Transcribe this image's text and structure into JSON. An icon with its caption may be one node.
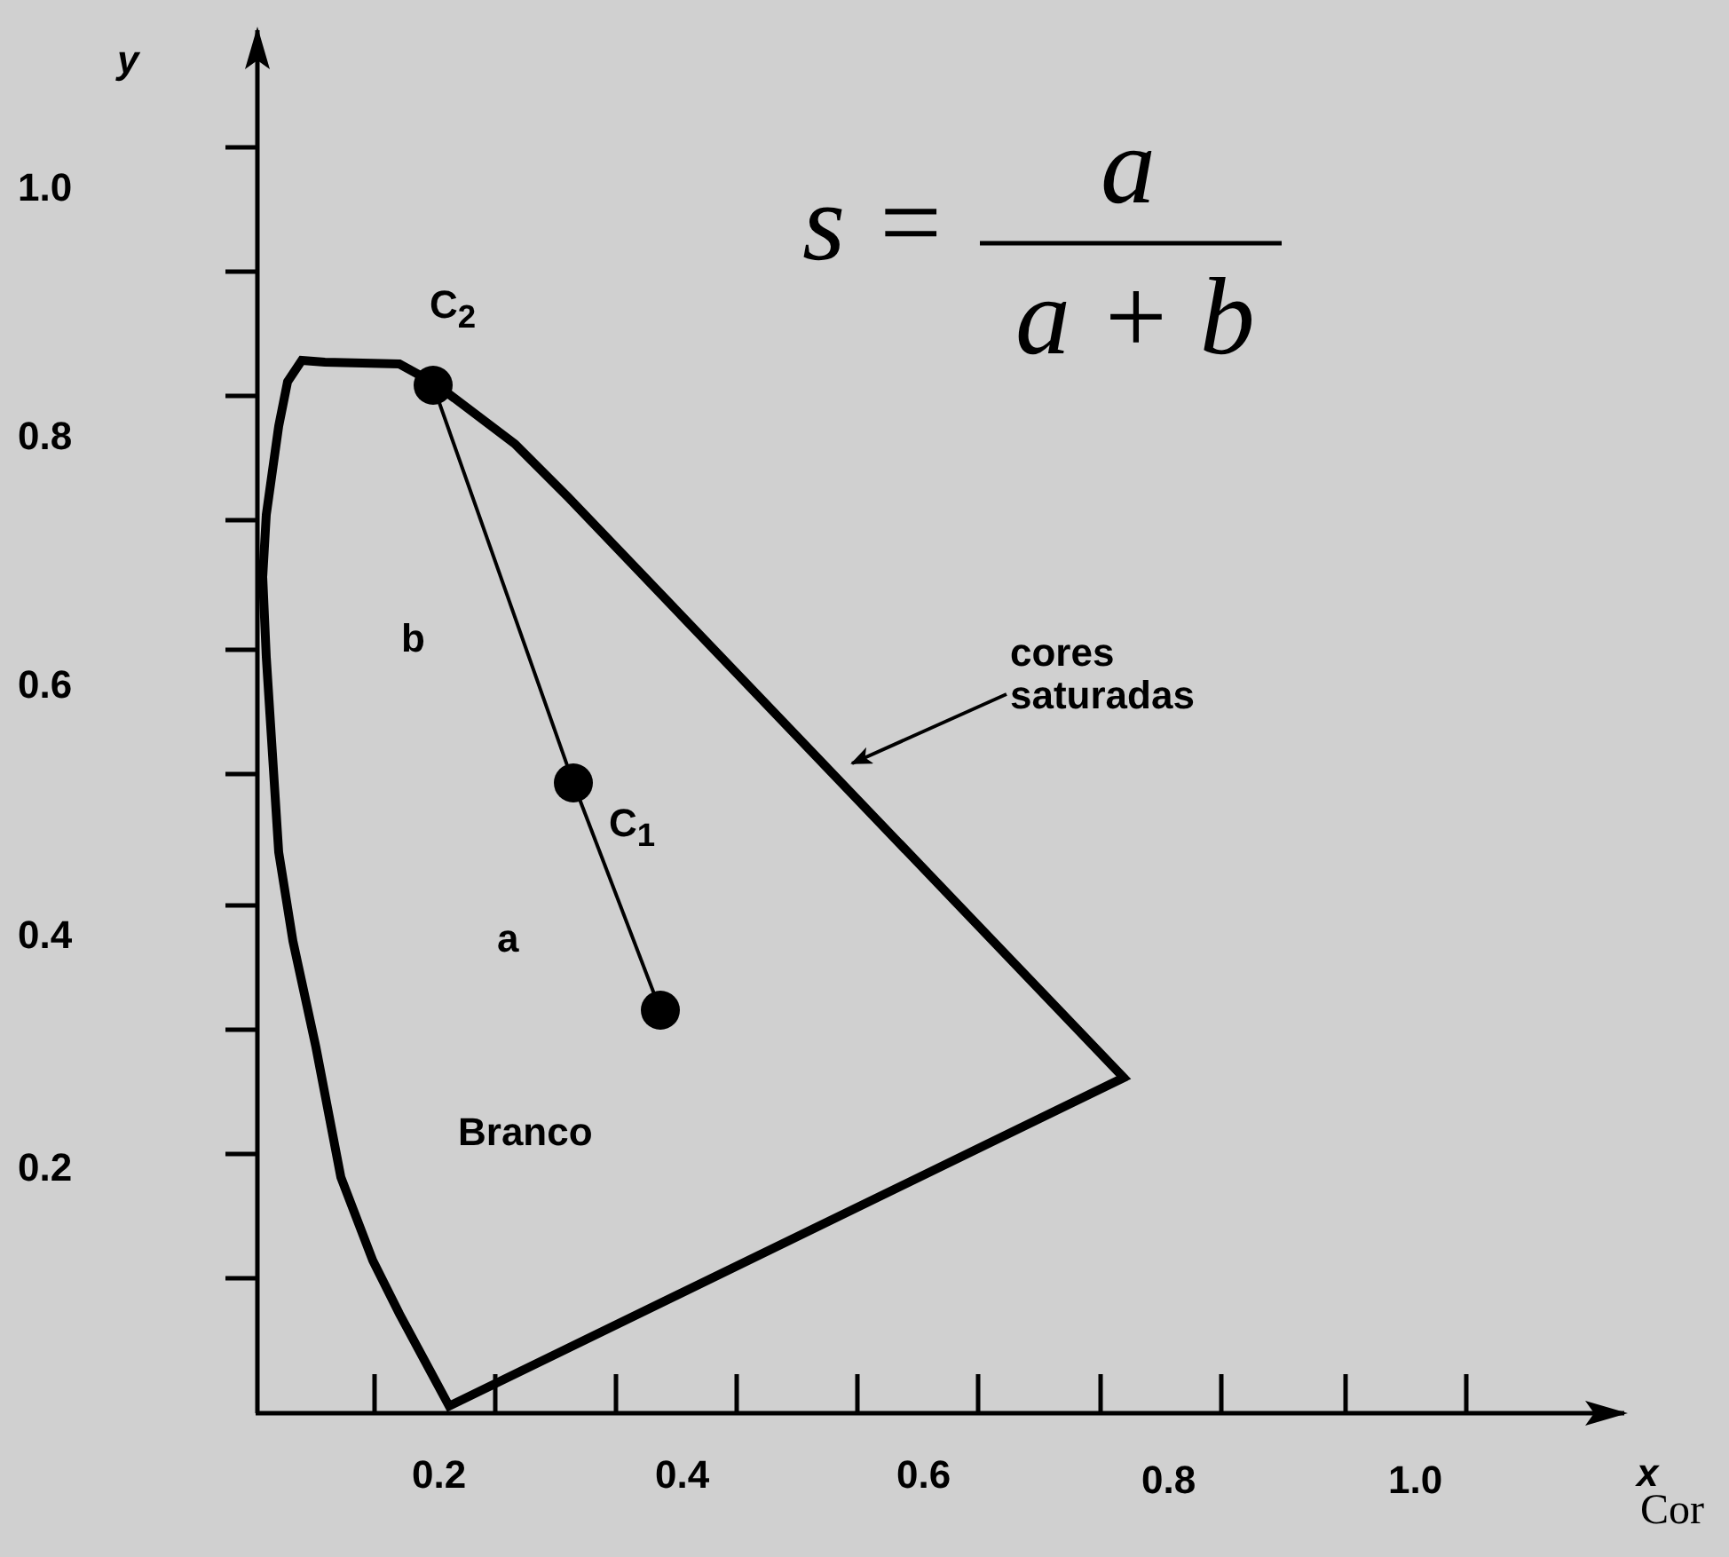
{
  "diagram": {
    "nodes": [
      {
        "text": [
          "cores saturadas"
        ]
      },
      {
        "text": [],
        "shape": "curve"
      },
      {
        "text": [],
        "shape": "circle",
        "beside": [
          "C$_{2}$"
        ],
        "in": 1
      },
      {
        "text": [],
        "shape": "circle",
        "beside": [
          "C$_{1}$"
        ],
        "in": 1
      },
      {
        "text": [],
        "shape": "circle",
        "in": 1
      }
    ],
    "edges": [
      {
        "from": 0,
        "to": 1,
        "arrow": "to"
      },
      {
        "from": 2,
        "to": 3,
        "arrow": "none"
      },
      {
        "from": 3,
        "to": 4,
        "arrow": "none"
      }
    ],
    "labels": [
      "y",
      "1.0",
      "s =",
      "a",
      "a + b",
      "0.8",
      "0.6",
      "b",
      "0.4",
      "a",
      "Branco",
      "0.2",
      "0.2",
      "0.4",
      "0.6",
      "0.8",
      "1.0",
      "x",
      "Cor"
    ]
  }
}
